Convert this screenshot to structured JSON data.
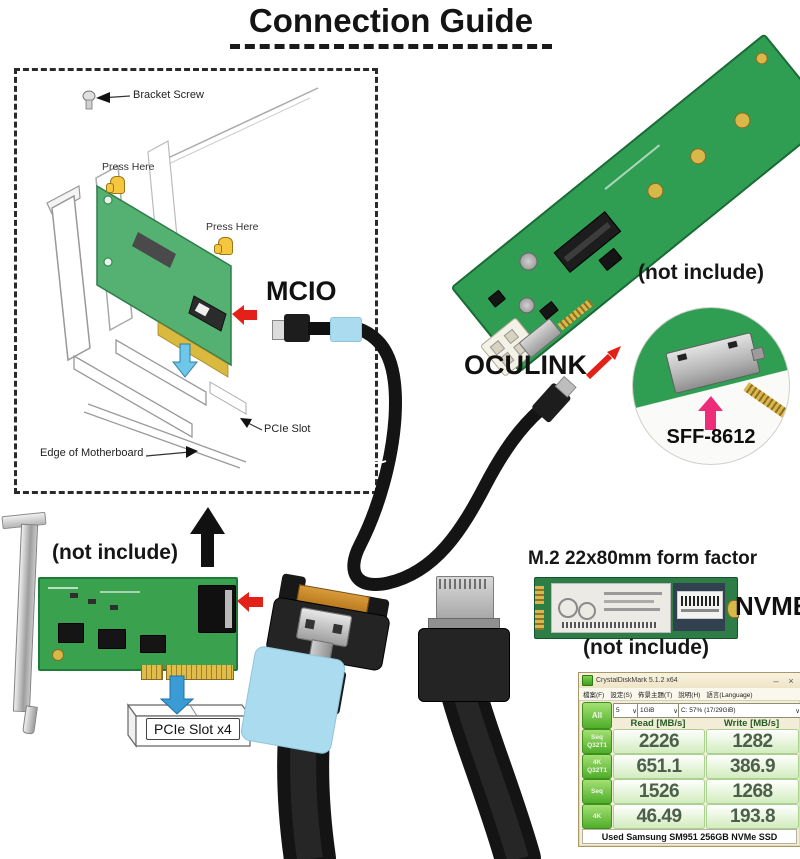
{
  "page": {
    "title": "Connection Guide"
  },
  "install_diagram": {
    "bracket_screw": "Bracket Screw",
    "press_here_top": "Press Here",
    "press_here_mid": "Press Here",
    "pcie_slot": "PCIe Slot",
    "motherboard_edge": "Edge of Motherboard"
  },
  "cable": {
    "mcio": "MCIO",
    "oculink": "OCULINK",
    "connector_detail": "SFF-8612"
  },
  "adapter": {
    "not_include": "(not include)"
  },
  "host_card": {
    "not_include": "(not include)",
    "slot": "PCIe Slot x4"
  },
  "ssd": {
    "form_factor": "M.2 22x80mm form factor",
    "interface": "NVME",
    "not_include": "(not include)"
  },
  "benchmark": {
    "title": "CrystalDiskMark 5.1.2 x64",
    "menu": [
      "檔案(F)",
      "設定(S)",
      "佈景主題(T)",
      "說明(H)",
      "語言(Language)"
    ],
    "minimize": "–",
    "close": "×",
    "caret": "∨",
    "runs": "5",
    "size": "1GiB",
    "drive": "C: 57% (17/29GiB)",
    "all": "All",
    "read_header": "Read [MB/s]",
    "write_header": "Write [MB/s]",
    "rows": [
      {
        "label": "Seq\nQ32T1",
        "read": "2226",
        "write": "1282"
      },
      {
        "label": "4K\nQ32T1",
        "read": "651.1",
        "write": "386.9"
      },
      {
        "label": "Seq",
        "read": "1526",
        "write": "1268"
      },
      {
        "label": "4K",
        "read": "46.49",
        "write": "193.8"
      }
    ],
    "footer": "Used Samsung SM951 256GB NVMe SSD"
  },
  "colors": {
    "pcb_green": "#2f9e52",
    "card_green": "#3aa14f",
    "shrink_blue": "#abdbef",
    "arrow_red": "#e32119",
    "arrow_pink": "#ee2d7a",
    "arrow_blue": "#3a9bd5",
    "benchmark_green": "#4fae2a"
  }
}
